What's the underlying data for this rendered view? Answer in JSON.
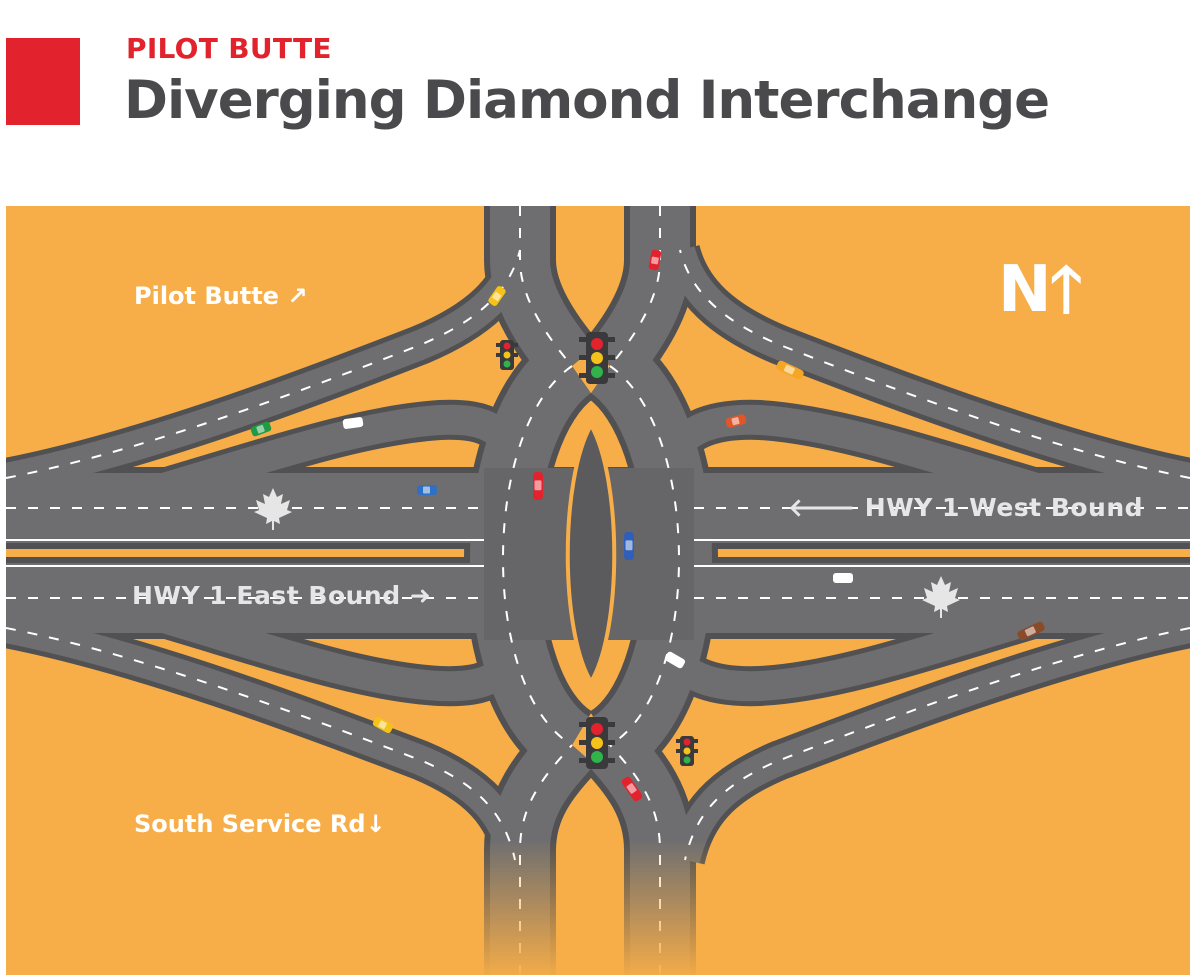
{
  "header": {
    "kicker": "PILOT BUTTE",
    "title": "Diverging Diamond Interchange"
  },
  "labels": {
    "pilot_butte": "Pilot Butte ↗",
    "south_service": "South Service Rd↓",
    "hwy_east": "HWY 1 East Bound ➜",
    "hwy_west": "🡐 HWY 1 West Bound",
    "north": "N🡑"
  },
  "colors": {
    "accent": "#e2232e",
    "ground": "#f8ae48",
    "road": "#6e6e70",
    "road_edge": "#515153",
    "text_dark": "#4a4a4c",
    "label_light": "#ffffff",
    "highway_label": "#e6e6e6"
  },
  "icons": [
    "maple-leaf-icon",
    "traffic-light-icon",
    "car-icon",
    "north-arrow-icon"
  ]
}
